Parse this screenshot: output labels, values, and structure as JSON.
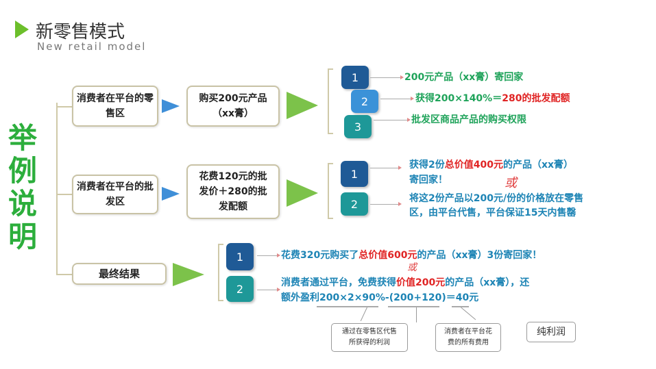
{
  "header": {
    "title": "新零售模式",
    "subtitle": "New retail model"
  },
  "side_label": "举例说明",
  "row1": {
    "box1": "消费者在平台的零售区",
    "box2": "购买200元产品（xx膏）",
    "items": [
      {
        "num": "1",
        "text": "200元产品（xx膏）寄回家"
      },
      {
        "num": "2",
        "text_a": "获得200×140%＝",
        "text_b": "280的批发配额"
      },
      {
        "num": "3",
        "text": "批发区商品产品的购买权限"
      }
    ]
  },
  "row2": {
    "box1": "消费者在平台的批发区",
    "box2": "花费120元的批发价＋280的批发配额",
    "items": [
      {
        "num": "1",
        "text_a": "获得2份",
        "text_b": "总价值400元",
        "text_c": "的产品（xx膏）",
        "text_d": "寄回家！"
      },
      {
        "num": "2",
        "text_a": "将这2份产品以200元/份的价格放在零售",
        "text_b": "区，由平台代售，平台保证15天内售罄"
      }
    ],
    "or": "或"
  },
  "row3": {
    "box1": "最终结果",
    "items": [
      {
        "num": "1",
        "text_a": "花费320元购买了",
        "text_b": "总价值600元",
        "text_c": "的产品（xx膏）3份寄回家！"
      },
      {
        "num": "2",
        "text_a": "消费者通过平台，免费获得",
        "text_b": "价值200元",
        "text_c": "的产品（xx膏），还",
        "text_d": "额外盈利200×2×90%-(200+120)＝40元"
      }
    ],
    "or": "或"
  },
  "notes": [
    "通过在零售区代售所获得的利润",
    "消费者在平台花费的所有费用",
    "纯利润"
  ]
}
